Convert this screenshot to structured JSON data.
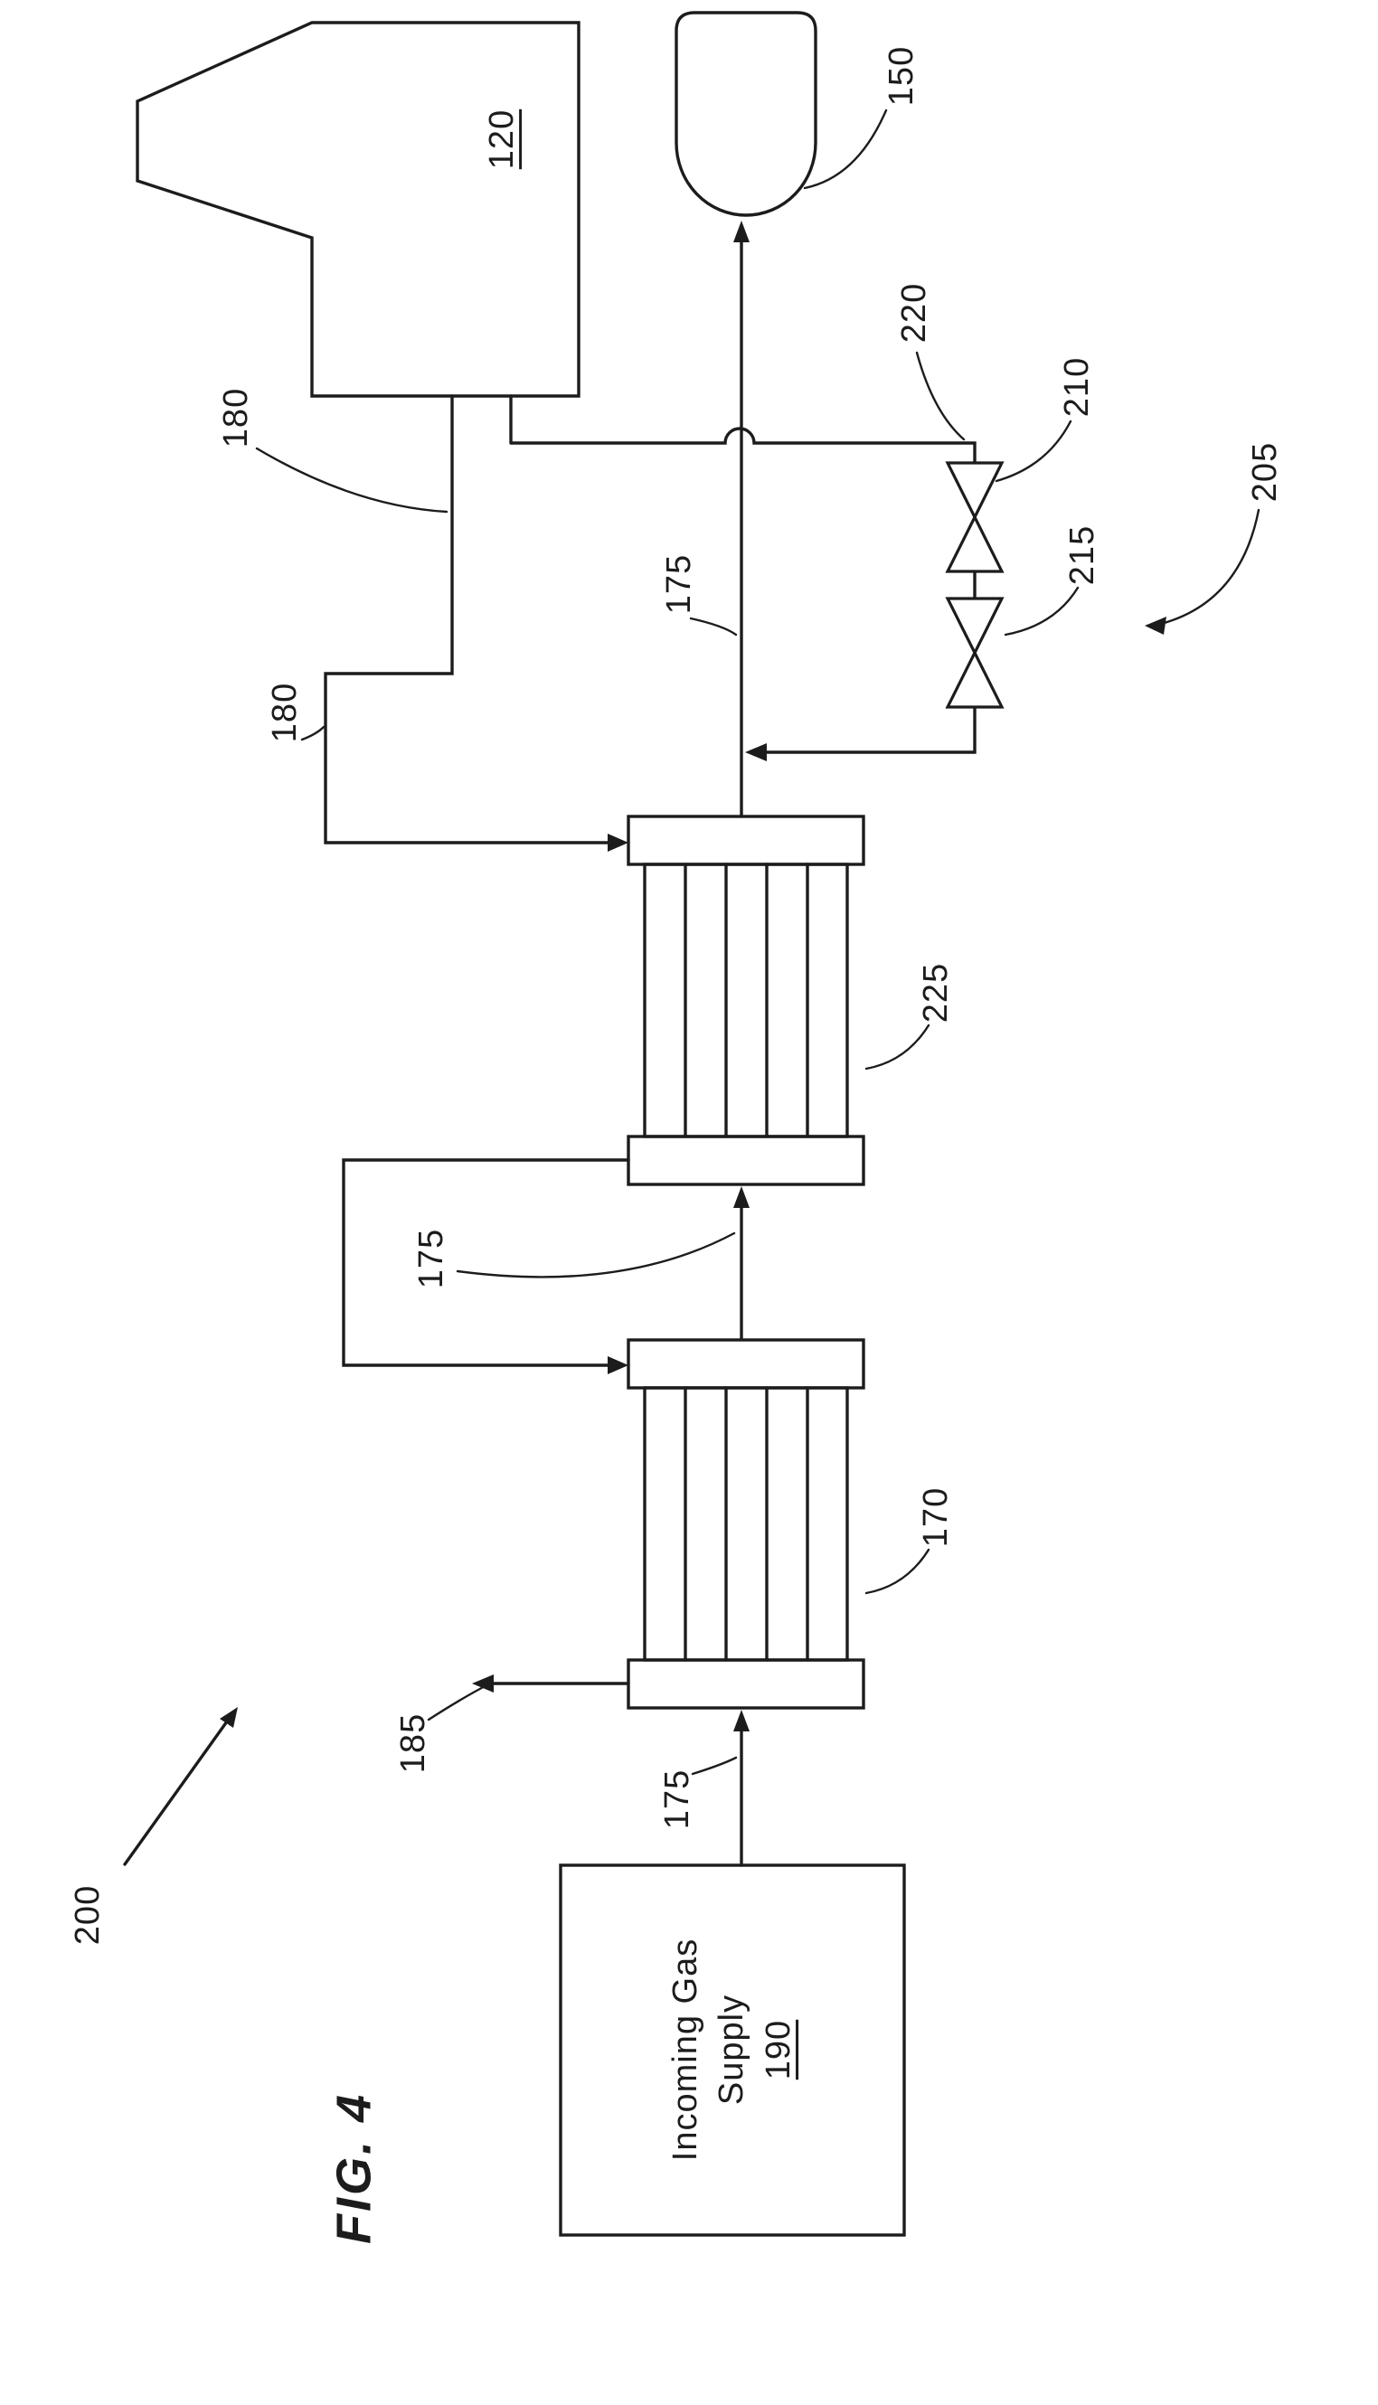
{
  "figure": {
    "caption": "FIG. 4",
    "overall_ref": "200"
  },
  "colors": {
    "ink": "#1c1c1c",
    "paper": "#ffffff"
  },
  "refs": {
    "hood": "120",
    "tank": "150",
    "lower_exchanger": "170",
    "conduit": "175",
    "exhaust_conduit": "180",
    "exhaust_outlet": "185",
    "supply": "190",
    "valve_assembly": "205",
    "upper_valve": "210",
    "lower_valve": "215",
    "branch_conduit": "220",
    "upper_exchanger": "225"
  },
  "supply_box": {
    "line1": "Incoming Gas",
    "line2": "Supply",
    "ref": "190"
  }
}
